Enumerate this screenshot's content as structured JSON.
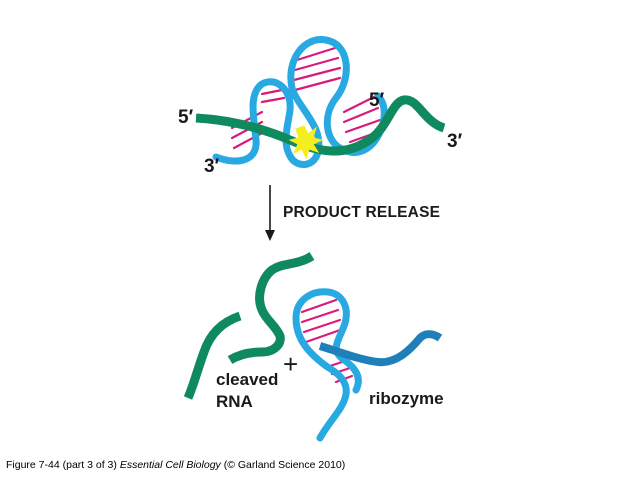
{
  "diagram": {
    "labels": {
      "enzyme_strand_5prime": "5′",
      "enzyme_strand_3prime": "3′",
      "substrate_5prime": "5′",
      "substrate_3prime": "3′",
      "step": "PRODUCT RELEASE",
      "plus": "+",
      "cleaved_line1": "cleaved",
      "cleaved_line2": "RNA",
      "ribozyme": "ribozyme"
    },
    "colors": {
      "ribozyme_blue": "#29a9e1",
      "ribozyme_dark_blue": "#1f7fb8",
      "rna_green": "#0f8a5f",
      "base_pair_magenta": "#d81b7a",
      "cleavage_star": "#f5ee1d",
      "arrow": "#1a1a1a"
    },
    "icons": {
      "cleavage_site": "starburst-icon",
      "reaction_arrow": "down-arrow-icon"
    }
  },
  "caption": {
    "prefix": "Figure 7-44 (part 3 of 3)",
    "book_title": "Essential Cell Biology",
    "suffix": "(© Garland Science 2010)"
  }
}
